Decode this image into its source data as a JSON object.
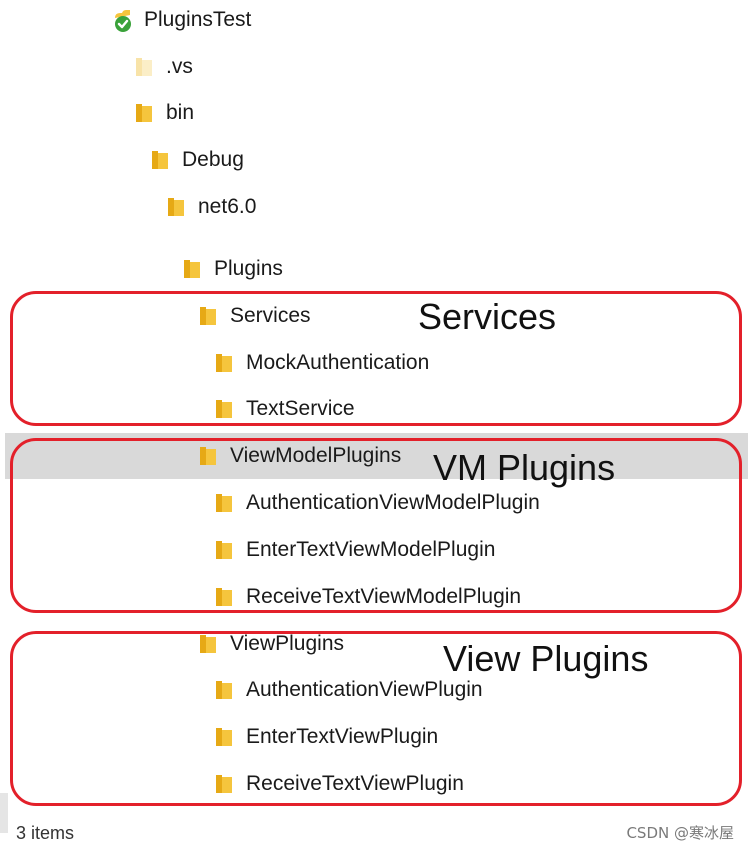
{
  "tree": {
    "root": {
      "label": "PluginsTest",
      "icon": "solution-checked-icon"
    },
    "items": [
      {
        "label": ".vs",
        "icon": "folder-faded-icon"
      },
      {
        "label": "bin",
        "icon": "folder-icon"
      },
      {
        "label": "Debug",
        "icon": "folder-icon"
      },
      {
        "label": "net6.0",
        "icon": "folder-icon"
      },
      {
        "label": "Plugins",
        "icon": "folder-icon"
      },
      {
        "label": "Services",
        "icon": "folder-icon"
      },
      {
        "label": "MockAuthentication",
        "icon": "folder-icon"
      },
      {
        "label": "TextService",
        "icon": "folder-icon"
      },
      {
        "label": "ViewModelPlugins",
        "icon": "folder-icon",
        "selected": true
      },
      {
        "label": "AuthenticationViewModelPlugin",
        "icon": "folder-icon"
      },
      {
        "label": "EnterTextViewModelPlugin",
        "icon": "folder-icon"
      },
      {
        "label": "ReceiveTextViewModelPlugin",
        "icon": "folder-icon"
      },
      {
        "label": "ViewPlugins",
        "icon": "folder-icon"
      },
      {
        "label": "AuthenticationViewPlugin",
        "icon": "folder-icon"
      },
      {
        "label": "EnterTextViewPlugin",
        "icon": "folder-icon"
      },
      {
        "label": "ReceiveTextViewPlugin",
        "icon": "folder-icon"
      }
    ]
  },
  "annotations": {
    "services": "Services",
    "vm_plugins": "VM Plugins",
    "view_plugins": "View Plugins"
  },
  "status": {
    "items_text": "3 items"
  },
  "watermark": "CSDN @寒冰屋",
  "colors": {
    "annotation_border": "#e3202a",
    "selection": "#d9d9d9",
    "folder": "#f5c53d",
    "solution_badge": "#3aa23a"
  }
}
